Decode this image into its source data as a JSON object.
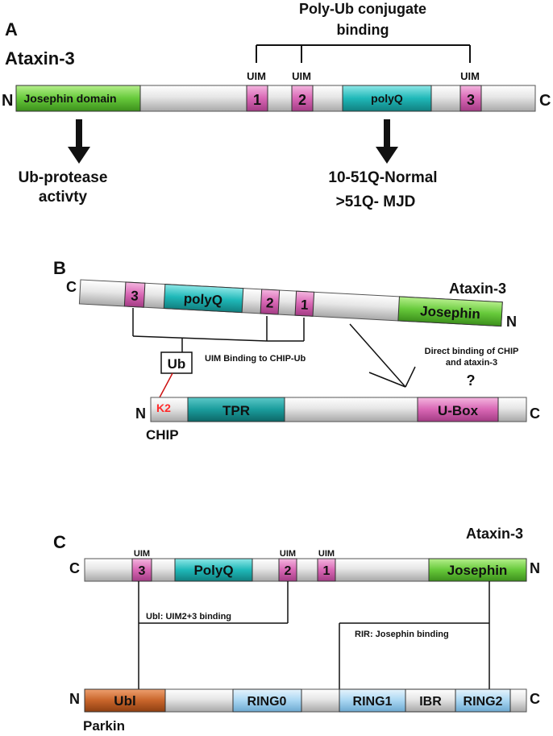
{
  "colors": {
    "bar": "#d9d9d9",
    "josephin": "#66c93a",
    "uim": "#d866b4",
    "polyq": "#1fb8b8",
    "tpr": "#1a9c9c",
    "ubox": "#d866b4",
    "ubl": "#c8642a",
    "ring": "#a9d6f2",
    "ibr": "#d9d9d9",
    "k2": "#ff2a2a"
  },
  "panelA": {
    "letter": "A",
    "protein": "Ataxin-3",
    "n": "N",
    "c": "C",
    "josephin": "Josephin domain",
    "uim1": "1",
    "uim2": "2",
    "uim3": "3",
    "polyq": "polyQ",
    "uim_tag_1": "UIM",
    "uim_tag_2": "UIM",
    "uim_tag_3": "UIM",
    "poly_ub_line1": "Poly-Ub conjugate",
    "poly_ub_line2": "binding",
    "protease_line1": "Ub-protease",
    "protease_line2": "activty",
    "normal": "10-51Q-Normal",
    "mjd": ">51Q- MJD"
  },
  "panelB": {
    "letter": "B",
    "protein": "Ataxin-3",
    "c": "C",
    "n": "N",
    "uim3": "3",
    "polyq": "polyQ",
    "uim2": "2",
    "uim1": "1",
    "josephin": "Josephin",
    "ub": "Ub",
    "uim_binding": "UIM Binding to CHIP-Ub",
    "direct_line1": "Direct binding of CHIP",
    "direct_line2": "and ataxin-3",
    "question": "?",
    "chip_n": "N",
    "k2": "K2",
    "tpr": "TPR",
    "ubox": "U-Box",
    "chip_c": "C",
    "chip": "CHIP"
  },
  "panelC": {
    "letter": "C",
    "protein": "Ataxin-3",
    "c": "C",
    "n": "N",
    "uim_tag_3": "UIM",
    "uim_tag_2": "UIM",
    "uim_tag_1": "UIM",
    "uim3": "3",
    "polyq": "PolyQ",
    "uim2": "2",
    "uim1": "1",
    "josephin": "Josephin",
    "ubl_binding": "Ubl: UIM2+3 binding",
    "rir_binding": "RIR: Josephin binding",
    "parkin_n": "N",
    "ubl": "Ubl",
    "ring0": "RING0",
    "ring1": "RING1",
    "ibr": "IBR",
    "ring2": "RING2",
    "parkin_c": "C",
    "parkin": "Parkin"
  }
}
